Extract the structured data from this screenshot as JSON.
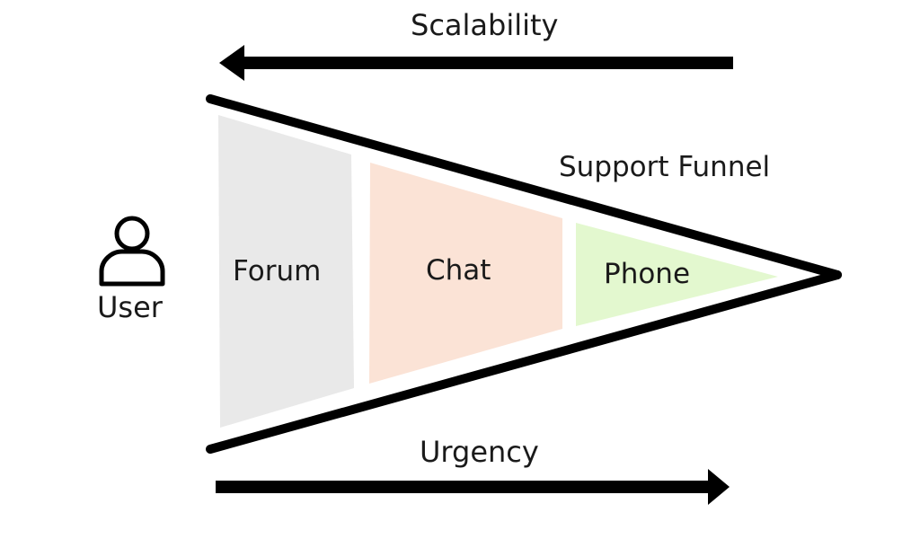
{
  "diagram": {
    "top_arrow": {
      "label": "Scalability",
      "direction": "left"
    },
    "funnel": {
      "label": "Support Funnel"
    },
    "segments": [
      {
        "label": "Forum",
        "color": "#e9e9e9"
      },
      {
        "label": "Chat",
        "color": "#fbe3d6"
      },
      {
        "label": "Phone",
        "color": "#e3f8cf"
      }
    ],
    "user": {
      "label": "User",
      "icon": "person-icon"
    },
    "bottom_arrow": {
      "label": "Urgency",
      "direction": "right"
    }
  }
}
